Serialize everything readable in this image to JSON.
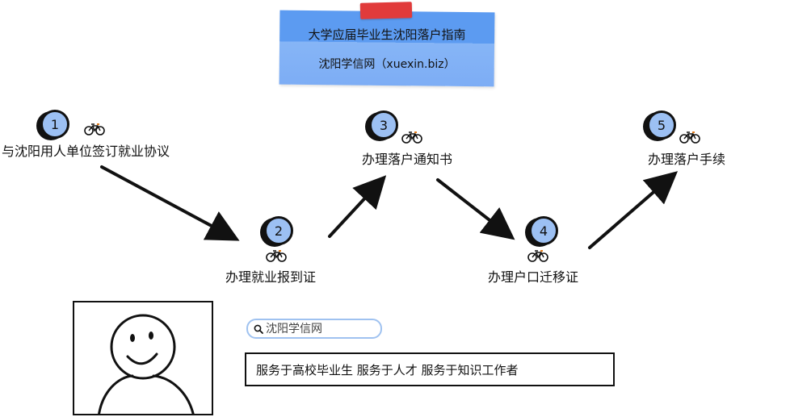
{
  "header": {
    "title": "大学应届毕业生沈阳落户指南",
    "subtitle": "沈阳学信网（xuexin.biz）",
    "note_color": "#5c9bf1",
    "tape_color": "#e13b3b"
  },
  "steps": [
    {
      "number": "1",
      "label": "与沈阳用人单位签订就业协议",
      "icon": "bicycle-icon"
    },
    {
      "number": "2",
      "label": "办理就业报到证",
      "icon": "bicycle-icon"
    },
    {
      "number": "3",
      "label": "办理落户通知书",
      "icon": "bicycle-icon"
    },
    {
      "number": "4",
      "label": "办理户口迁移证",
      "icon": "bicycle-icon"
    },
    {
      "number": "5",
      "label": "办理落户手续",
      "icon": "bicycle-icon"
    }
  ],
  "step_circle_color": "#9cc0f3",
  "avatar": {
    "icon": "smiley-face-icon"
  },
  "search": {
    "placeholder": "沈阳学信网",
    "icon": "search-icon",
    "border_color": "#9fc2f0"
  },
  "tagline": "服务于高校毕业生 服务于人才 服务于知识工作者"
}
